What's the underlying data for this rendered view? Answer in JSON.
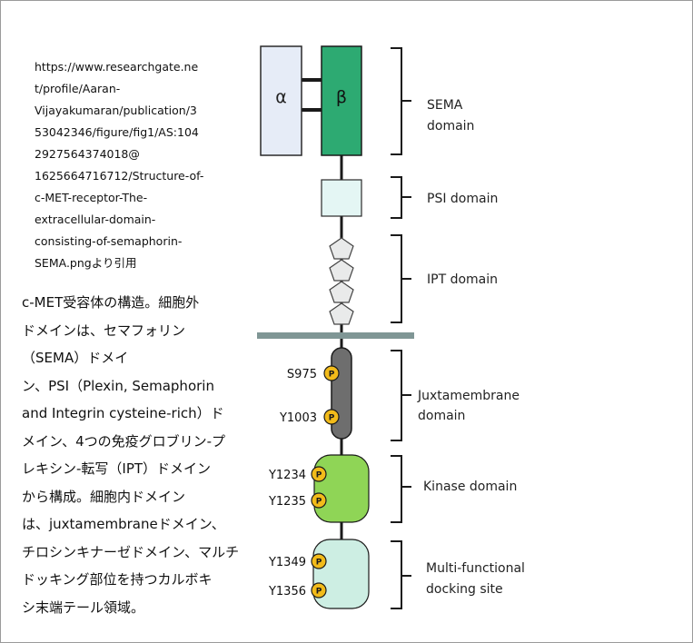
{
  "source_citation": [
    "https://www.researchgate.ne",
    "t/profile/Aaran-",
    "Vijayakumaran/publication/3",
    "53042346/figure/fig1/AS:104",
    "2927564374018@",
    "1625664716712/Structure-of-",
    "c-MET-receptor-The-",
    "extracellular-domain-",
    "consisting-of-semaphorin-",
    "SEMA.pngより引用"
  ],
  "description": [
    "c-MET受容体の構造。細胞外",
    "ドメインは、セマフォリン",
    "（SEMA）ドメイ",
    "ン、PSI（Plexin, Semaphorin",
    "and Integrin cysteine-rich）ド",
    "メイン、4つの免疫グロブリン-プ",
    "レキシン-転写（IPT）ドメイン",
    "から構成。細胞内ドメイン",
    "は、juxtamembraneドメイン、",
    "チロシンキナーゼドメイン、マルチ",
    "ドッキング部位を持つカルボキ",
    "シ末端テール領域。"
  ],
  "diagram": {
    "alpha_label": "α",
    "beta_label": "β",
    "domains": {
      "sema": [
        "SEMA",
        "domain"
      ],
      "psi": [
        "PSI domain"
      ],
      "ipt": [
        "IPT domain"
      ],
      "juxta": [
        "Juxtamembrane",
        "domain"
      ],
      "kinase": [
        "Kinase domain"
      ],
      "docking": [
        "Multi-functional",
        "docking site"
      ]
    },
    "sites": {
      "s975": "S975",
      "y1003": "Y1003",
      "y1234": "Y1234",
      "y1235": "Y1235",
      "y1349": "Y1349",
      "y1356": "Y1356"
    },
    "phospho_label": "P",
    "colors": {
      "alpha_fill": "#e6ecf7",
      "beta_fill": "#2daa72",
      "psi_fill": "#e4f6f4",
      "ipt_fill": "#e9eaea",
      "membrane": "#7f9695",
      "juxta_fill": "#6e6e6e",
      "kinase_fill": "#8fd556",
      "docking_fill": "#cdeee3",
      "phospho_fill": "#f2bb1a"
    }
  }
}
